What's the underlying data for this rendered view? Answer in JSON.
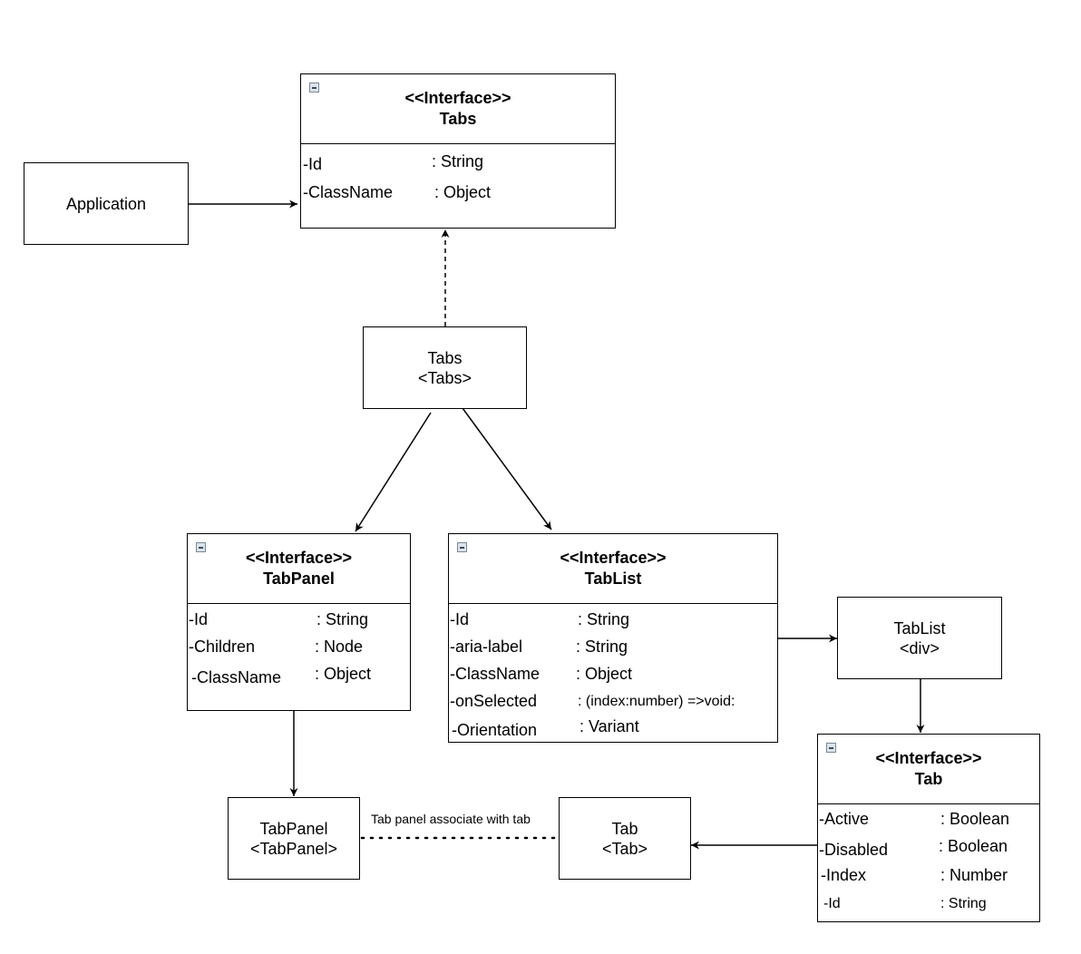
{
  "nodes": {
    "application": {
      "label": "Application"
    },
    "tabs_iface": {
      "stereotype": "<<Interface>>",
      "name": "Tabs",
      "attributes": [
        {
          "name": "-Id",
          "type": ": String"
        },
        {
          "name": "-ClassName",
          "type": ": Object"
        }
      ]
    },
    "tabs_impl": {
      "name": "Tabs",
      "tag": "<Tabs>"
    },
    "tabpanel_iface": {
      "stereotype": "<<Interface>>",
      "name": "TabPanel",
      "attributes": [
        {
          "name": "-Id",
          "type": ": String"
        },
        {
          "name": "-Children",
          "type": ": Node"
        },
        {
          "name": "-ClassName",
          "type": ": Object"
        }
      ]
    },
    "tablist_iface": {
      "stereotype": "<<Interface>>",
      "name": "TabList",
      "attributes": [
        {
          "name": "-Id",
          "type": ": String"
        },
        {
          "name": "-aria-label",
          "type": ": String"
        },
        {
          "name": "-ClassName",
          "type": ": Object"
        },
        {
          "name": "-onSelected",
          "type": ": (index:number) =>void:"
        },
        {
          "name": "-Orientation",
          "type": ": Variant"
        }
      ]
    },
    "tablist_impl": {
      "name": "TabList",
      "tag": "<div>"
    },
    "tab_iface": {
      "stereotype": "<<Interface>>",
      "name": "Tab",
      "attributes": [
        {
          "name": "-Active",
          "type": ": Boolean"
        },
        {
          "name": "-Disabled",
          "type": ": Boolean"
        },
        {
          "name": "-Index",
          "type": ": Number"
        },
        {
          "name": "-Id",
          "type": ": String"
        }
      ]
    },
    "tabpanel_impl": {
      "name": "TabPanel",
      "tag": "<TabPanel>"
    },
    "tab_impl": {
      "name": "Tab",
      "tag": "<Tab>"
    }
  },
  "edges": [
    {
      "from": "application",
      "to": "tabs_iface",
      "style": "solid"
    },
    {
      "from": "tabs_impl",
      "to": "tabs_iface",
      "style": "dashed"
    },
    {
      "from": "tabs_impl",
      "to": "tabpanel_iface",
      "style": "solid"
    },
    {
      "from": "tabs_impl",
      "to": "tablist_iface",
      "style": "solid"
    },
    {
      "from": "tablist_iface",
      "to": "tablist_impl",
      "style": "solid"
    },
    {
      "from": "tablist_impl",
      "to": "tab_iface",
      "style": "solid"
    },
    {
      "from": "tab_iface",
      "to": "tab_impl",
      "style": "solid"
    },
    {
      "from": "tabpanel_iface",
      "to": "tabpanel_impl",
      "style": "solid"
    },
    {
      "from": "tabpanel_impl",
      "to": "tab_impl",
      "style": "dotted",
      "label": "Tab panel associate with tab"
    }
  ]
}
